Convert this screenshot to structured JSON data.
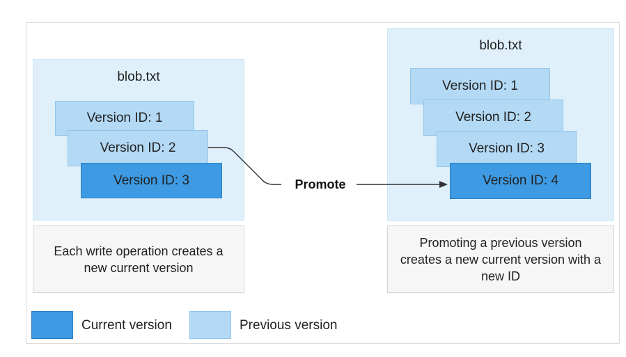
{
  "top_text": "",
  "left": {
    "title": "blob.txt",
    "versions": [
      "Version ID: 1",
      "Version ID: 2",
      "Version ID: 3"
    ],
    "description": "Each write operation creates a new current version"
  },
  "right": {
    "title": "blob.txt",
    "versions": [
      "Version ID: 1",
      "Version ID: 2",
      "Version ID: 3",
      "Version ID: 4"
    ],
    "description": "Promoting a previous version creates a new current version with a new ID"
  },
  "promote_label": "Promote",
  "legend": {
    "current": "Current version",
    "previous": "Previous version"
  },
  "colors": {
    "current": "#3d9ae3",
    "previous": "#b3d9f5",
    "container": "#dff0fa"
  }
}
